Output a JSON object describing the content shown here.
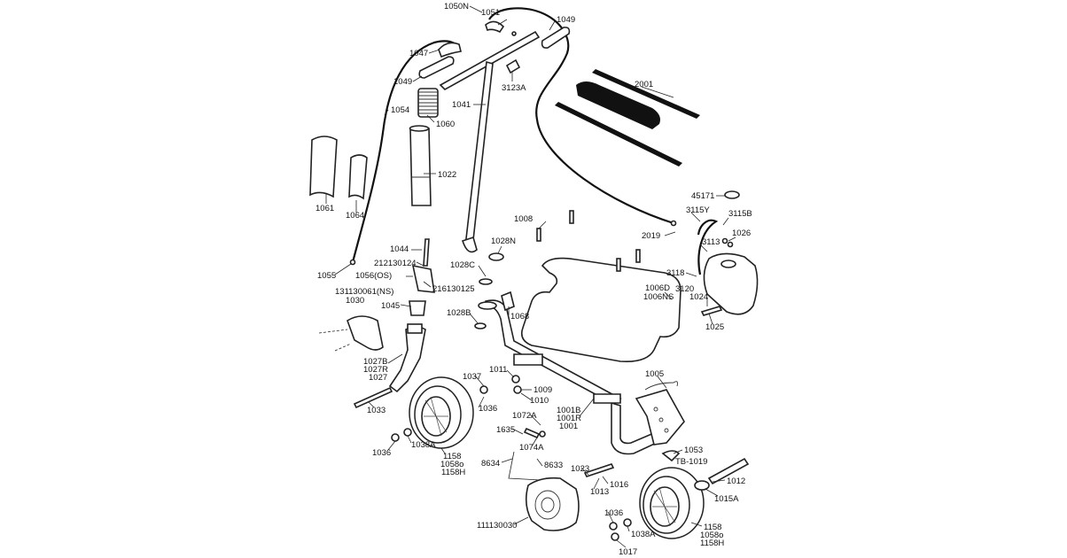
{
  "labels": [
    {
      "id": "1050N",
      "text": "1050N"
    },
    {
      "id": "1051",
      "text": "1051"
    },
    {
      "id": "1049a",
      "text": "1049"
    },
    {
      "id": "1047",
      "text": "1047"
    },
    {
      "id": "1049b",
      "text": "1049"
    },
    {
      "id": "3123A",
      "text": "3123A"
    },
    {
      "id": "2001",
      "text": "2001"
    },
    {
      "id": "1054",
      "text": "1054"
    },
    {
      "id": "1041",
      "text": "1041"
    },
    {
      "id": "1060",
      "text": "1060"
    },
    {
      "id": "1022",
      "text": "1022"
    },
    {
      "id": "1061",
      "text": "1061"
    },
    {
      "id": "1064",
      "text": "1064"
    },
    {
      "id": "45171",
      "text": "45171"
    },
    {
      "id": "3115Y",
      "text": "3115Y"
    },
    {
      "id": "3115B",
      "text": "3115B"
    },
    {
      "id": "1008",
      "text": "1008"
    },
    {
      "id": "2019",
      "text": "2019"
    },
    {
      "id": "3113",
      "text": "3113"
    },
    {
      "id": "1026",
      "text": "1026"
    },
    {
      "id": "1028N",
      "text": "1028N"
    },
    {
      "id": "1044",
      "text": "1044"
    },
    {
      "id": "212130124",
      "text": "212130124"
    },
    {
      "id": "1028C",
      "text": "1028C"
    },
    {
      "id": "3118",
      "text": "3118"
    },
    {
      "id": "1055",
      "text": "1055"
    },
    {
      "id": "1056",
      "text": "1056(OS)"
    },
    {
      "id": "216130125",
      "text": "216130125"
    },
    {
      "id": "1006D",
      "text": "1006D"
    },
    {
      "id": "1006NS",
      "text": "1006NS"
    },
    {
      "id": "3120",
      "text": "3120"
    },
    {
      "id": "1024",
      "text": "1024"
    },
    {
      "id": "131130061",
      "text": "131130061(NS)"
    },
    {
      "id": "1030",
      "text": "1030"
    },
    {
      "id": "1045",
      "text": "1045"
    },
    {
      "id": "1028B",
      "text": "1028B"
    },
    {
      "id": "1068",
      "text": "1068"
    },
    {
      "id": "1025",
      "text": "1025"
    },
    {
      "id": "1027B",
      "text": "1027B"
    },
    {
      "id": "1027R",
      "text": "1027R"
    },
    {
      "id": "1027",
      "text": "1027"
    },
    {
      "id": "1011",
      "text": "1011"
    },
    {
      "id": "1005",
      "text": "1005"
    },
    {
      "id": "1037",
      "text": "1037"
    },
    {
      "id": "1009",
      "text": "1009"
    },
    {
      "id": "1010",
      "text": "1010"
    },
    {
      "id": "1033",
      "text": "1033"
    },
    {
      "id": "1036a",
      "text": "1036"
    },
    {
      "id": "1001B",
      "text": "1001B"
    },
    {
      "id": "1001R",
      "text": "1001R"
    },
    {
      "id": "1001",
      "text": "1001"
    },
    {
      "id": "1072A",
      "text": "1072A"
    },
    {
      "id": "1635",
      "text": "1635"
    },
    {
      "id": "1038Aa",
      "text": "1038A"
    },
    {
      "id": "1036b",
      "text": "1036"
    },
    {
      "id": "1074A",
      "text": "1074A"
    },
    {
      "id": "1053",
      "text": "1053"
    },
    {
      "id": "TB-1019",
      "text": "TB-1019"
    },
    {
      "id": "1158a",
      "text": "1158"
    },
    {
      "id": "1058oa",
      "text": "1058o"
    },
    {
      "id": "1158Ha",
      "text": "1158H"
    },
    {
      "id": "8634",
      "text": "8634"
    },
    {
      "id": "8633",
      "text": "8633"
    },
    {
      "id": "1023",
      "text": "1023"
    },
    {
      "id": "1012",
      "text": "1012"
    },
    {
      "id": "1013",
      "text": "1013"
    },
    {
      "id": "1016",
      "text": "1016"
    },
    {
      "id": "1015A",
      "text": "1015A"
    },
    {
      "id": "111130030",
      "text": "111130030"
    },
    {
      "id": "1036c",
      "text": "1036"
    },
    {
      "id": "1038Ab",
      "text": "1038A"
    },
    {
      "id": "1158b",
      "text": "1158"
    },
    {
      "id": "1058ob",
      "text": "1058o"
    },
    {
      "id": "1158Hb",
      "text": "1158H"
    },
    {
      "id": "1017",
      "text": "1017"
    }
  ]
}
